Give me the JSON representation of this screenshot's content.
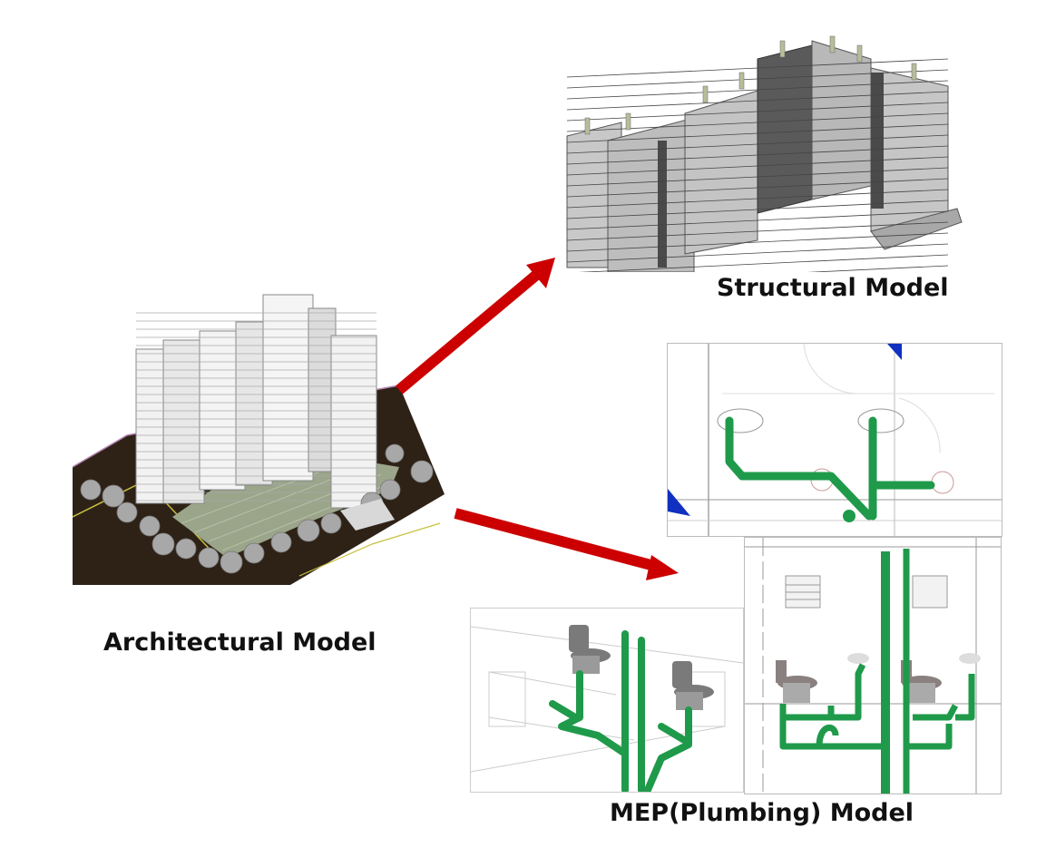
{
  "diagram": {
    "title": "BIM model derivation",
    "nodes": [
      {
        "id": "architectural",
        "label": "Architectural Model",
        "icon": "building-3d-render"
      },
      {
        "id": "structural",
        "label": "Structural Model",
        "icon": "structural-frame-3d"
      },
      {
        "id": "mep",
        "label": "MEP(Plumbing) Model",
        "icon": "plumbing-pipes-views"
      }
    ],
    "edges": [
      {
        "from": "architectural",
        "to": "structural",
        "color": "#cc0000"
      },
      {
        "from": "architectural",
        "to": "mep",
        "color": "#cc0000"
      }
    ],
    "colors": {
      "arrow": "#cc0000",
      "pipe": "#1f9a4a",
      "marker": "#1030c0",
      "ground": "#2e2217",
      "lawn": "#9aa58a"
    }
  }
}
